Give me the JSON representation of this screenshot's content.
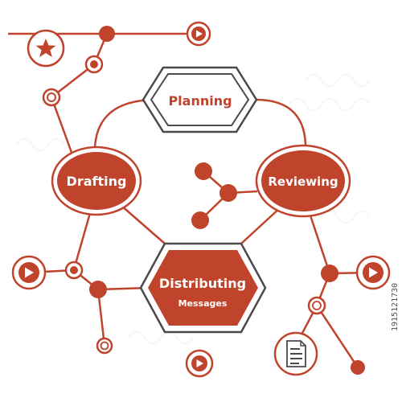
{
  "colors": {
    "accent": "#c0432c",
    "outline": "#4a4a4a",
    "white": "#ffffff",
    "watermark": "#e9e2e0"
  },
  "nodes": {
    "planning": {
      "label": "Planning"
    },
    "drafting": {
      "label": "Drafting"
    },
    "reviewing": {
      "label": "Reviewing"
    },
    "distributing": {
      "label_line1": "Distributing",
      "label_line2": "Messages"
    }
  },
  "icons": {
    "star": "star-icon",
    "play": "play-icon",
    "document": "document-icon",
    "share": "share-icon"
  },
  "watermark": {
    "stock_id": "1915121730"
  }
}
